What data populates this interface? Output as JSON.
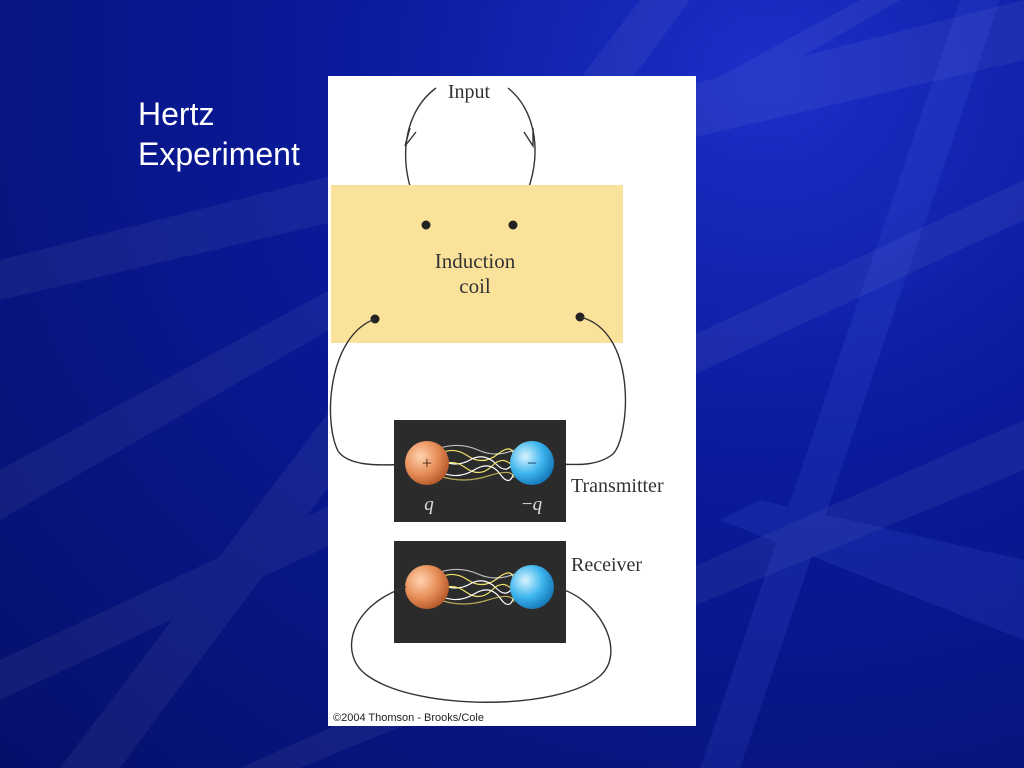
{
  "slide": {
    "title_lines": [
      "Hertz",
      "Experiment"
    ]
  },
  "figure": {
    "input_label": "Input",
    "coil_label_lines": [
      "Induction",
      "coil"
    ],
    "transmitter_label": "Transmitter",
    "receiver_label": "Receiver",
    "plus_sign": "+",
    "minus_sign": "−",
    "charge_positive": "q",
    "charge_negative_sign": "−",
    "charge_negative_var": "q",
    "copyright": "©2004 Thomson - Brooks/Cole"
  },
  "colors": {
    "background": "#0a1a9a",
    "coil_box": "#fbe29a",
    "sphere_positive": "#e8905a",
    "sphere_negative": "#3fb6ee",
    "spark_box": "#2b2b2b"
  }
}
